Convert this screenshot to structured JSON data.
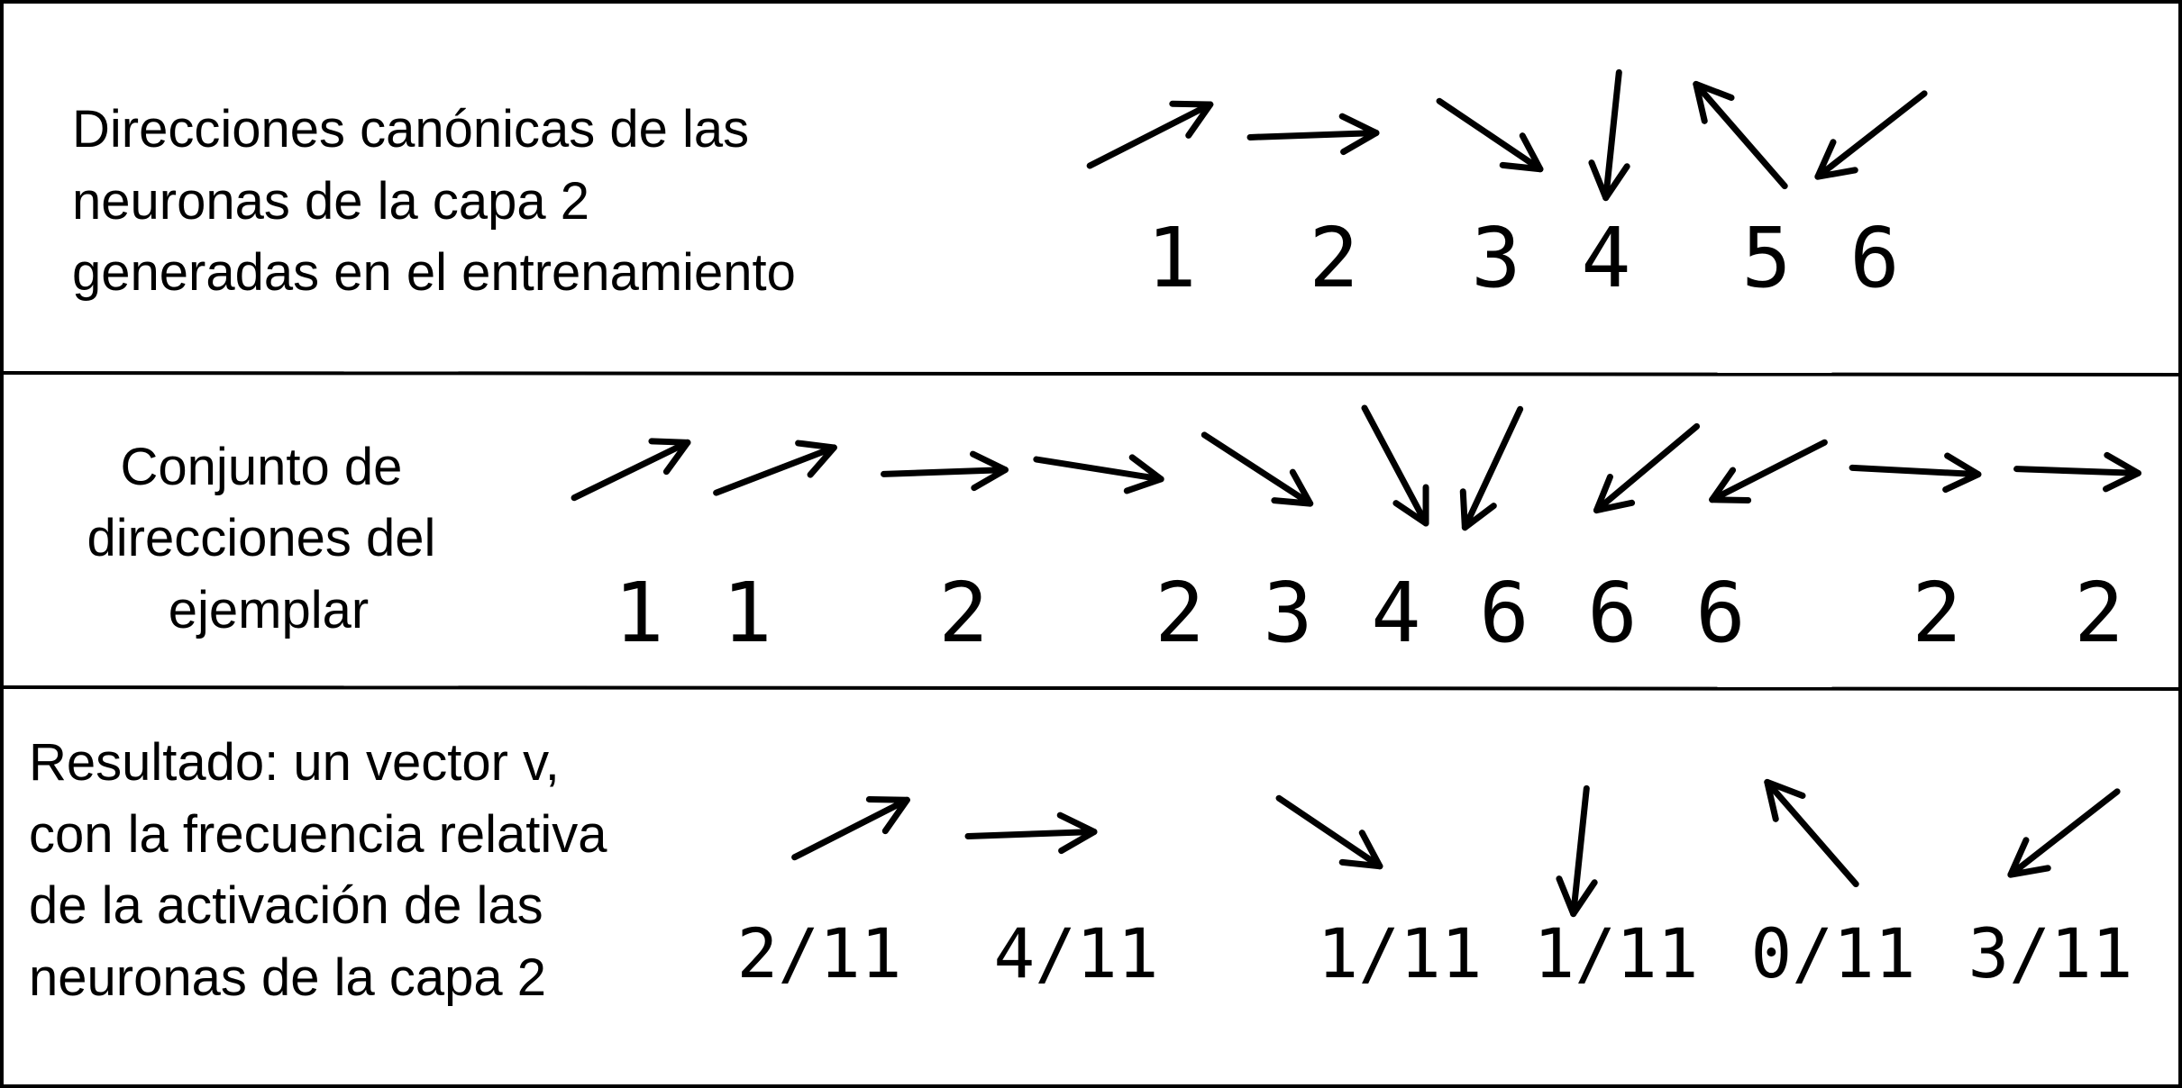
{
  "panels": {
    "top": {
      "label_lines": [
        "Direcciones canónicas de las",
        "neuronas de la  capa 2",
        "generadas en el entrenamiento"
      ],
      "arrows": [
        {
          "id": "1",
          "angle": -27
        },
        {
          "id": "2",
          "angle": -2
        },
        {
          "id": "3",
          "angle": 34
        },
        {
          "id": "4",
          "angle": 96
        },
        {
          "id": "5",
          "angle": -131
        },
        {
          "id": "6",
          "angle": 142
        }
      ],
      "numbers": [
        "1",
        "2",
        "3",
        "4",
        "5",
        "6"
      ]
    },
    "middle": {
      "label_lines": [
        "Conjunto de",
        "direcciones del",
        "ejemplar"
      ],
      "arrows": [
        {
          "id": "1",
          "angle": -26
        },
        {
          "id": "1",
          "angle": -21
        },
        {
          "id": "2",
          "angle": -2
        },
        {
          "id": "2",
          "angle": 9
        },
        {
          "id": "3",
          "angle": 33
        },
        {
          "id": "4",
          "angle": 62
        },
        {
          "id": "6",
          "angle": 115
        },
        {
          "id": "6",
          "angle": 140
        },
        {
          "id": "6",
          "angle": 153
        },
        {
          "id": "2",
          "angle": 3
        },
        {
          "id": "2",
          "angle": 2
        }
      ],
      "numbers": [
        "1",
        "1",
        "2",
        "2",
        "3",
        "4",
        "6",
        "6",
        "6",
        "2",
        "2"
      ]
    },
    "bottom": {
      "label_lines": [
        "Resultado: un vector v,",
        "con la frecuencia relativa",
        "de la activación de las",
        "neuronas de la capa 2"
      ],
      "arrows": [
        {
          "id": "1",
          "angle": -27
        },
        {
          "id": "2",
          "angle": -2
        },
        {
          "id": "3",
          "angle": 34
        },
        {
          "id": "4",
          "angle": 96
        },
        {
          "id": "5",
          "angle": -131
        },
        {
          "id": "6",
          "angle": 142
        }
      ],
      "fractions": [
        "2/11",
        "4/11",
        "1/11",
        "1/11",
        "0/11",
        "3/11"
      ]
    }
  },
  "colors": {
    "ink": "#000000",
    "background": "#ffffff"
  }
}
